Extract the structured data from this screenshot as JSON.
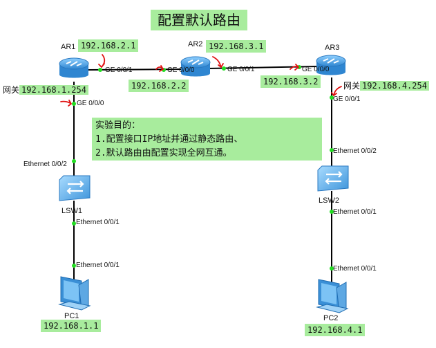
{
  "title": "配置默认路由",
  "objective": {
    "heading": "实验目的：",
    "line1": "1.配置接口IP地址并通过静态路由、",
    "line2": "2.默认路由由配置实现全网互通。"
  },
  "devices": {
    "ar1": {
      "name": "AR1",
      "ip": "192.168.2.1"
    },
    "ar2": {
      "name": "AR2",
      "ip": "192.168.3.1",
      "ip_left": "192.168.2.2"
    },
    "ar3": {
      "name": "AR3",
      "ip_left": "192.168.3.2"
    },
    "lsw1": {
      "name": "LSW1"
    },
    "lsw2": {
      "name": "LSW2"
    },
    "pc1": {
      "name": "PC1",
      "ip": "192.168.1.1"
    },
    "pc2": {
      "name": "PC2",
      "ip": "192.168.4.1"
    }
  },
  "gateways": {
    "left": {
      "label": "网关",
      "ip": "192.168.1.254"
    },
    "right": {
      "label": "网关",
      "ip": "192.168.4.254"
    }
  },
  "ports": {
    "ar1_ge001": "GE 0/0/1",
    "ar2_ge000": "GE 0/0/0",
    "ar2_ge001": "GE 0/0/1",
    "ar3_ge000": "GE 0/0/0",
    "ar1_ge000": "GE 0/0/0",
    "ar3_ge001": "GE 0/0/1",
    "lsw1_e002": "Ethernet 0/0/2",
    "lsw1_e001": "Ethernet 0/0/1",
    "pc1_e001": "Ethernet 0/0/1",
    "lsw2_e002": "Ethernet 0/0/2",
    "lsw2_e001": "Ethernet 0/0/1",
    "pc2_e001": "Ethernet 0/0/1"
  },
  "colors": {
    "label_bg": "#a8ec9d",
    "link": "#000000",
    "port_dot": "#22dd22",
    "arrow": "#e01010",
    "router": "#5aa9e6",
    "switch": "#5aa9e6",
    "pc": "#3a8fd6"
  },
  "icons": {
    "router": "router-icon",
    "switch": "switch-icon",
    "pc": "pc-icon",
    "arrow": "red-arrow-mark"
  }
}
